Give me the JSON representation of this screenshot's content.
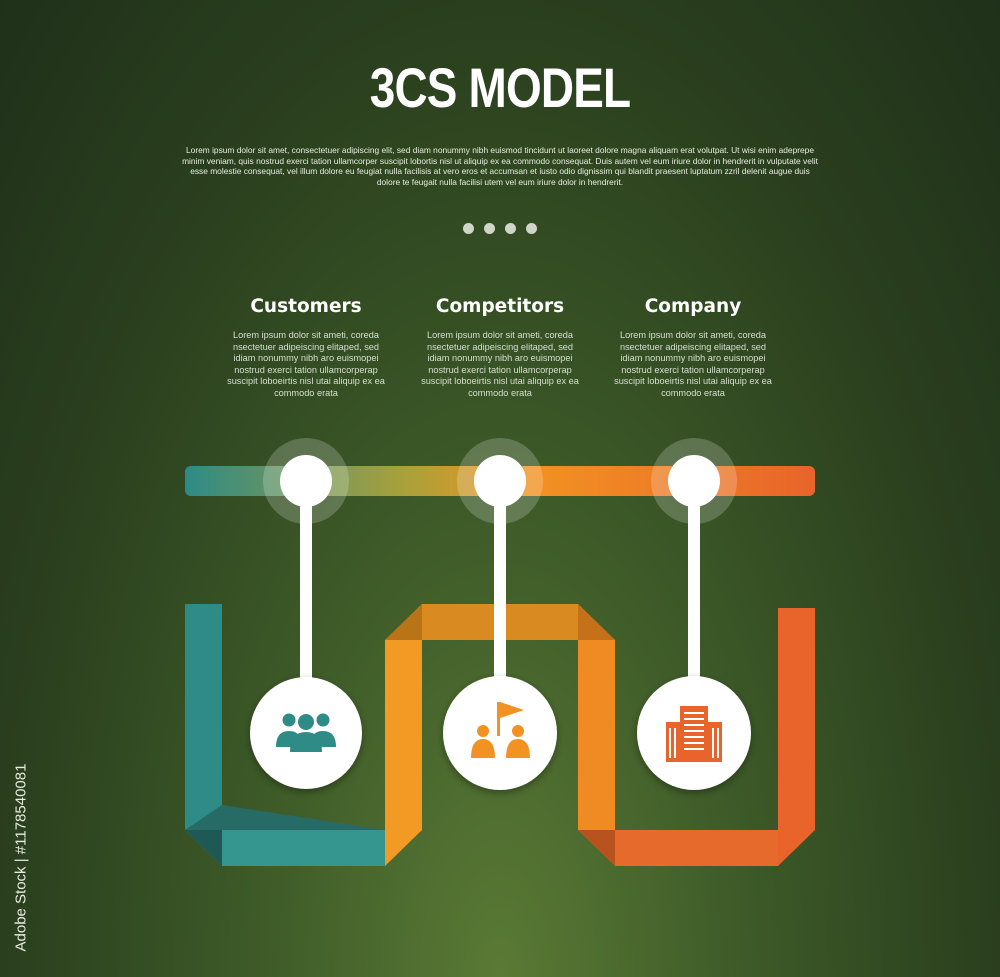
{
  "header": {
    "title": "3CS MODEL",
    "subtitle": "Lorem ipsum dolor sit amet, consectetuer adipiscing elit, sed diam nonummy nibh euismod tincidunt ut laoreet dolore magna aliquam erat volutpat. Ut wisi enim adeprepe minim veniam, quis nostrud exerci tation ullamcorper suscipit lobortis nisl ut aliquip ex ea commodo consequat. Duis autem vel eum iriure dolor in hendrerit in vulputate velit esse molestie consequat, vel illum dolore eu feugiat nulla facilisis at vero eros et accumsan et iusto odio dignissim qui blandit praesent luptatum zzril delenit augue duis dolore te feugait nulla facilisi utem vel eum iriure dolor in hendrerit."
  },
  "items": [
    {
      "title": "Customers",
      "description": "Lorem ipsum dolor sit ameti, coreda nsectetuer adipeiscing elitaped, sed idiam nonummy nibh aro euismopei nostrud exerci tation ullamcorperap suscipit loboeirtis nisl utai aliquip ex ea commodo erata",
      "icon": "customers-group-icon",
      "color": "#2e8b86"
    },
    {
      "title": "Competitors",
      "description": "Lorem ipsum dolor sit ameti, coreda nsectetuer adipeiscing elitaped, sed idiam nonummy nibh aro euismopei nostrud exerci tation ullamcorperap suscipit loboeirtis nisl utai aliquip ex ea commodo erata",
      "icon": "competitors-flag-icon",
      "color": "#f29222"
    },
    {
      "title": "Company",
      "description": "Lorem ipsum dolor sit ameti, coreda nsectetuer adipeiscing elitaped, sed idiam nonummy nibh aro euismopei nostrud exerci tation ullamcorperap suscipit loboeirtis nisl utai aliquip ex ea commodo erata",
      "icon": "company-building-icon",
      "color": "#e8642a"
    }
  ],
  "watermark": "Adobe Stock | #1178540081"
}
